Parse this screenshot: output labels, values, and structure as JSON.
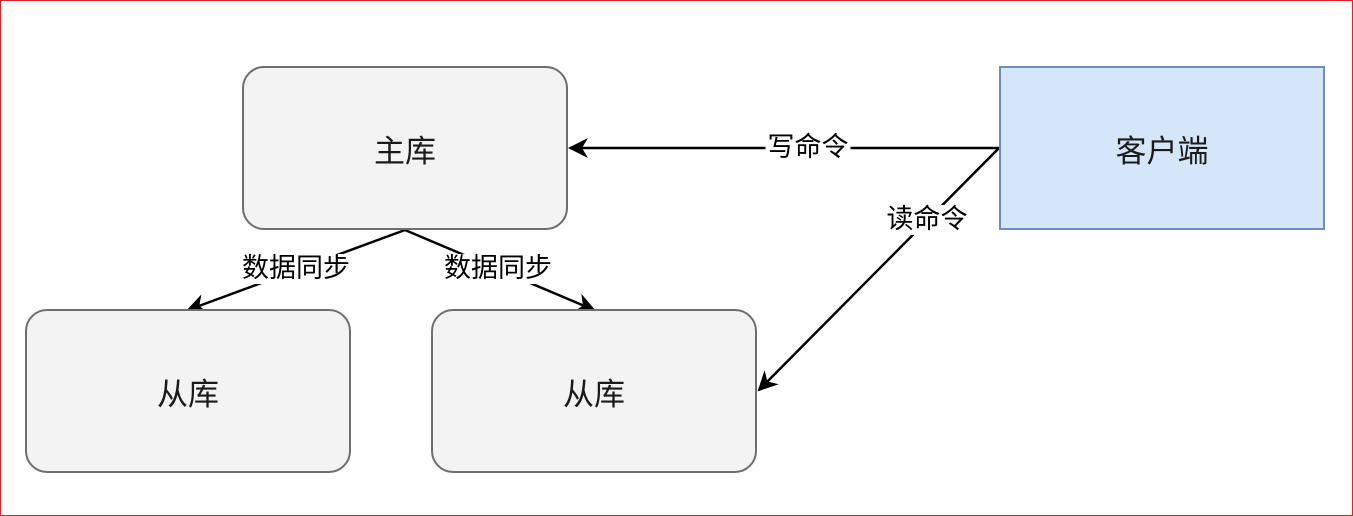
{
  "nodes": {
    "master": "主库",
    "slave_left": "从库",
    "slave_right": "从库",
    "client": "客户端"
  },
  "edges": {
    "sync_left": "数据同步",
    "sync_right": "数据同步",
    "write": "写命令",
    "read": "读命令"
  },
  "colors": {
    "frame_border": "#e31e24",
    "node_fill": "#f3f3f3",
    "node_stroke": "#6e6e6e",
    "client_fill": "#d6e6fa",
    "client_stroke": "#6c8ebf",
    "arrow": "#000000"
  }
}
